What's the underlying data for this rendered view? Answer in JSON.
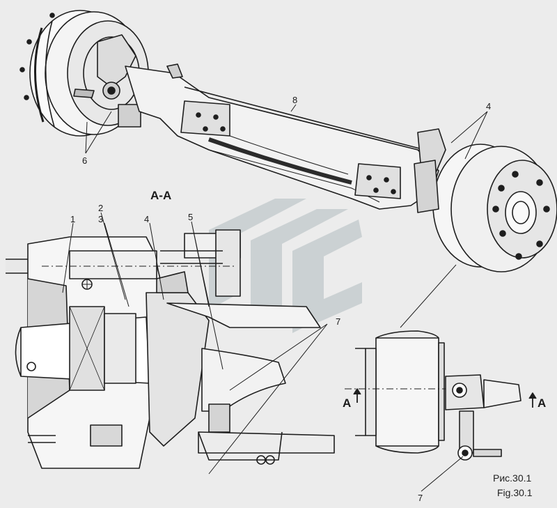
{
  "section_title": "A-A",
  "callouts": {
    "c1": "1",
    "c2": "2",
    "c3": "3",
    "c4_section": "4",
    "c4_view": "4",
    "c5": "5",
    "c6": "6",
    "c7_section": "7",
    "c7_view": "7",
    "c8": "8"
  },
  "section_marks": {
    "left": "A",
    "right": "A"
  },
  "caption": {
    "ru": "Рис.30.1",
    "en": "Fig.30.1"
  },
  "colors": {
    "ink": "#1e1e1e",
    "paper": "#ececec",
    "watermark": "#c6cdcf"
  }
}
